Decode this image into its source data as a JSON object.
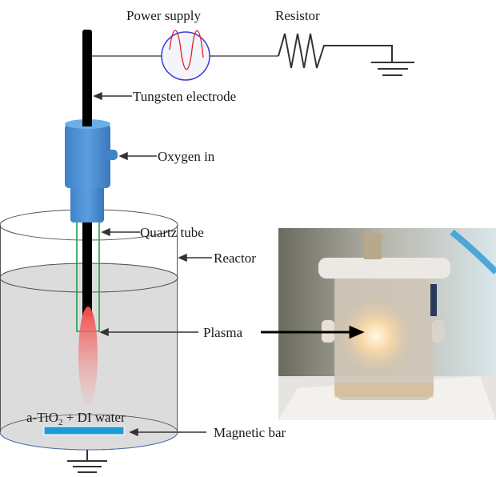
{
  "labels": {
    "power_supply": "Power supply",
    "resistor": "Resistor",
    "tungsten_electrode": "Tungsten electrode",
    "oxygen_in": "Oxygen in",
    "quartz_tube": "Quartz tube",
    "reactor": "Reactor",
    "plasma": "Plasma",
    "solution_prefix": "a-TiO",
    "solution_subscript": "2",
    "solution_suffix": " + DI water",
    "magnetic_bar": "Magnetic bar"
  },
  "colors": {
    "electrode": "#000000",
    "cap": "#4a8fd4",
    "quartz": "#1aa040",
    "water": "#d9d9d9",
    "water_edge": "#4a6fb5",
    "plasma": "#f05a5a",
    "magnetic_bar": "#1e9ad6",
    "power_circle": "#3b3bd6",
    "sine_wave": "#e02020"
  }
}
